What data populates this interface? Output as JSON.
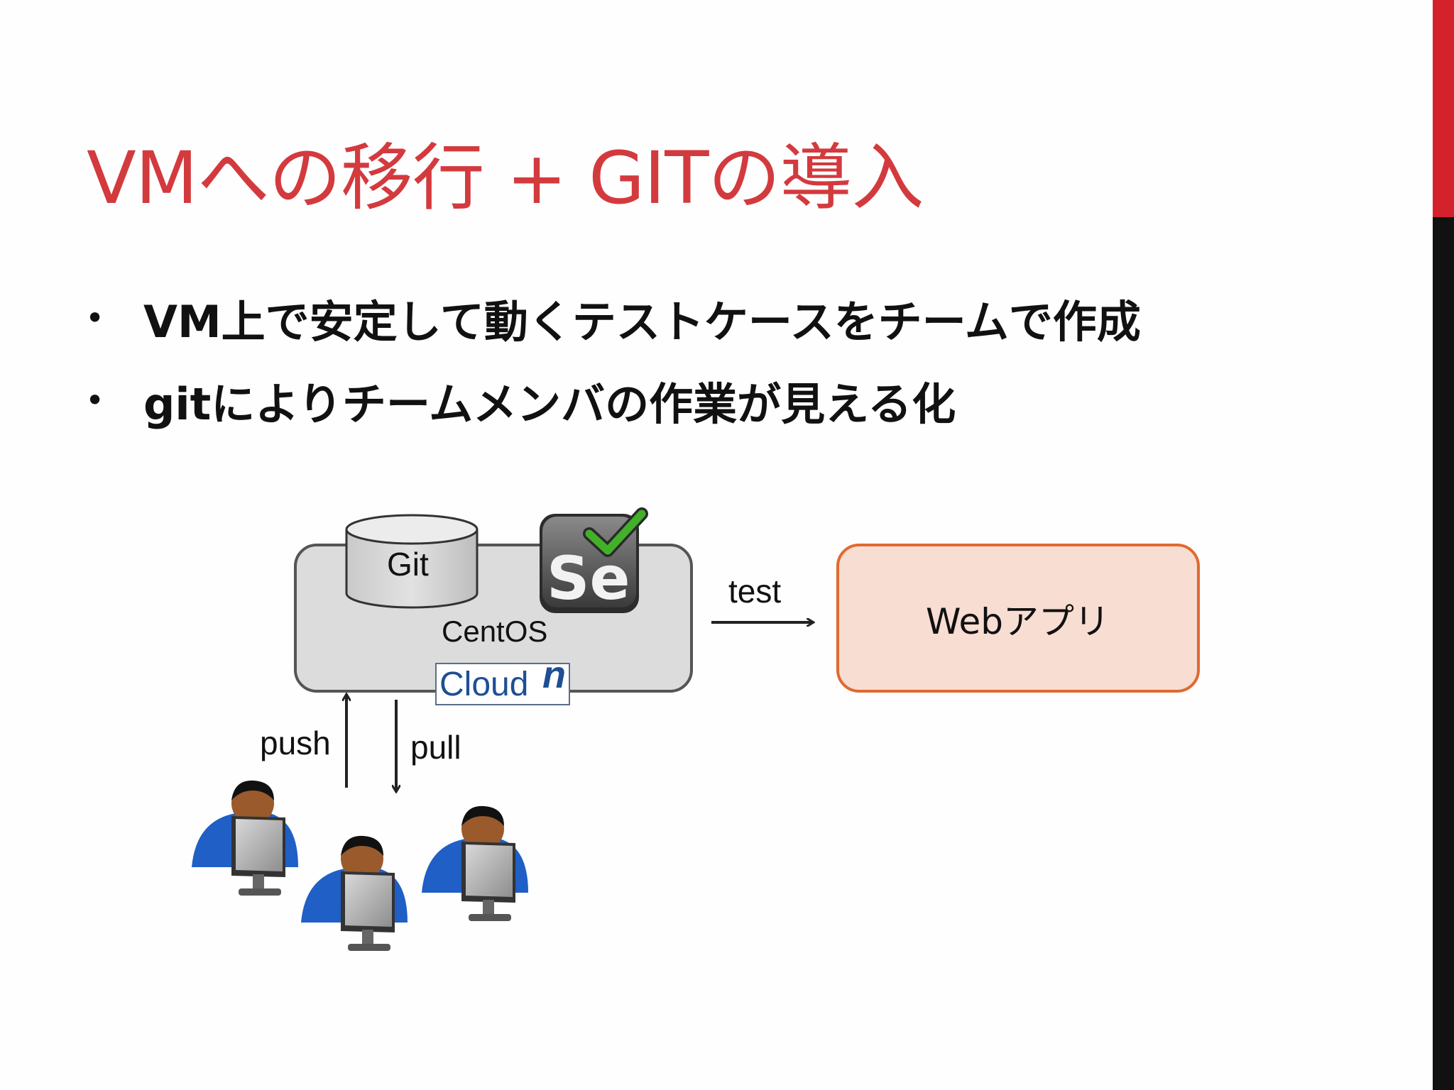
{
  "slide": {
    "title": "VMへの移行 + GITの導入",
    "bullets": [
      "VM上で安定して動くテストケースをチームで作成",
      "gitによりチームメンバの作業が見える化"
    ],
    "bullet_symbol": "•"
  },
  "diagram": {
    "git_label": "Git",
    "server_label": "CentOS",
    "cloud_logo_word": "Cloud",
    "cloud_logo_superscript": "n",
    "selenium_logo_text": "Se",
    "test_label": "test",
    "webapp_label": "Webアプリ",
    "push_label": "push",
    "pull_label": "pull"
  },
  "colors": {
    "title": "#d33a3e",
    "accent_red": "#d4222c",
    "accent_dark": "#111111",
    "server_fill": "#dcdcdc",
    "webapp_fill": "#f8ddd3",
    "webapp_border": "#e06a30",
    "cloud_text": "#1e4f95"
  }
}
